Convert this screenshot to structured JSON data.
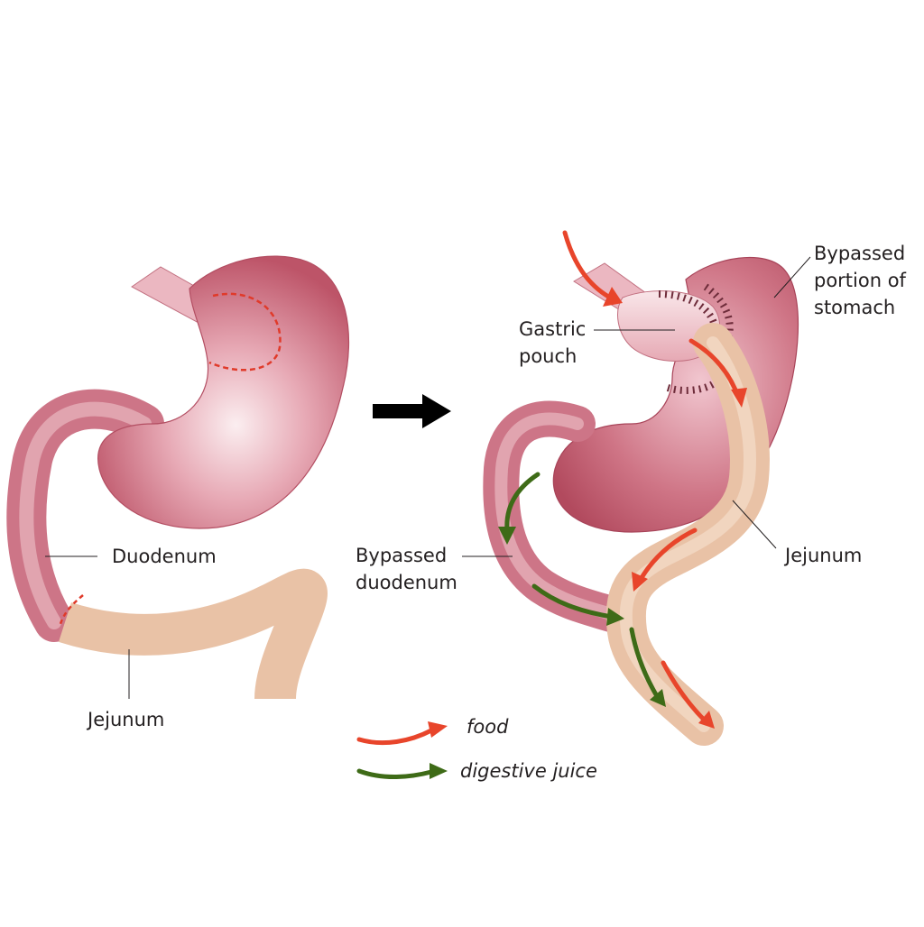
{
  "colors": {
    "stomach": "#c85f73",
    "stomach_light": "#f6dfe3",
    "jejunum": "#e9c2a6",
    "food_arrow": "#e8452b",
    "juice_arrow": "#3e6b17",
    "cut_line": "#e03a2a",
    "transition_arrow": "#000000"
  },
  "labels": {
    "duodenum_left": "Duodenum",
    "jejunum_left": "Jejunum",
    "bypassed_portion": [
      "Bypassed",
      "portion of",
      "stomach"
    ],
    "gastric_pouch": [
      "Gastric",
      "pouch"
    ],
    "jejunum_right": "Jejunum",
    "bypassed_duodenum": [
      "Bypassed",
      "duodenum"
    ]
  },
  "legend": {
    "food": "food",
    "digestive_juice": "digestive juice"
  }
}
